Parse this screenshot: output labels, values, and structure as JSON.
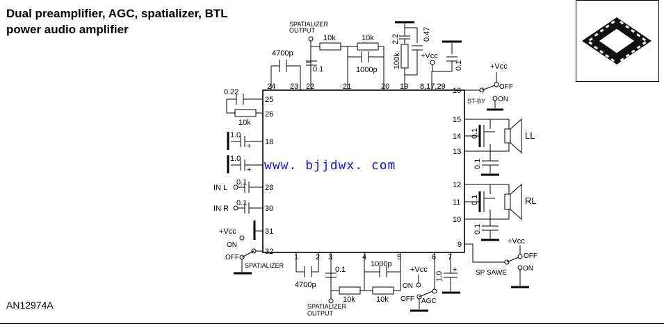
{
  "title": {
    "line1": "Dual preamplifier, AGC, spatializer, BTL",
    "line2": "power audio amplifier"
  },
  "figure_code": "AN12974A",
  "watermark": "www. bjjdwx. com",
  "package": {
    "icon": "qfn-package-icon"
  },
  "pins": {
    "p1": "1",
    "p2": "2",
    "p3": "3",
    "p4": "4",
    "p5": "5",
    "p6": "6",
    "p7": "7",
    "p9": "9",
    "p10": "10",
    "p11": "11",
    "p12": "12",
    "p13": "13",
    "p14": "14",
    "p15": "15",
    "p16": "16",
    "p18": "18",
    "p19": "19",
    "p20": "20",
    "p21": "21",
    "p22": "22",
    "p23": "23",
    "p24": "24",
    "p25": "25",
    "p26": "26",
    "p28": "28",
    "p30": "30",
    "p31": "31",
    "p32": "32",
    "p8_17_29": "8,17,29"
  },
  "labels": {
    "spatializer_output": [
      "SPATIALIZER",
      "OUTPUT"
    ],
    "vcc": "+Vcc",
    "off": "OFF",
    "on": "ON",
    "st_by": "ST-BY",
    "in_l": "IN L",
    "in_r": "IN R",
    "spatializer": "SPATIALIZER",
    "agc": "AGC",
    "sp_sawe": "SP SAWE",
    "ll": "LL",
    "rl": "RL",
    "plus": "+"
  },
  "components": {
    "c_4700p": "4700p",
    "c_0_1": "0.1",
    "r_10k": "10k",
    "c_1000p": "1000p",
    "c_2_2": "2.2",
    "c_0_47": "0.47",
    "r_100k": "100k",
    "c_0_22": "0.22",
    "c_1_0": "1.0"
  }
}
